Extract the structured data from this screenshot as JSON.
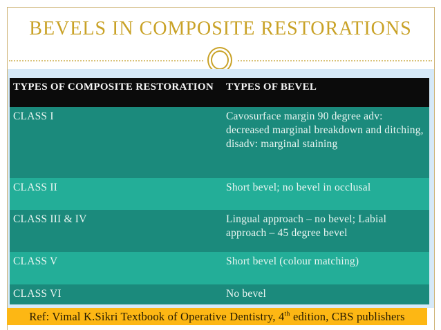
{
  "slide": {
    "title": "BEVELS IN COMPOSITE RESTORATIONS"
  },
  "decor": {
    "ornament_icon": "double-ring-circle",
    "divider_style": "dotted-gold-line"
  },
  "table": {
    "headers": [
      "TYPES OF COMPOSITE RESTORATION",
      "TYPES OF BEVEL"
    ],
    "rows": [
      {
        "restoration": "CLASS I",
        "bevel": "Cavosurface margin 90 degree adv: decreased marginal breakdown and ditching, disadv: marginal staining"
      },
      {
        "restoration": "CLASS II",
        "bevel": "Short bevel; no bevel in occlusal"
      },
      {
        "restoration": "CLASS III & IV",
        "bevel": "Lingual approach – no bevel; Labial approach – 45 degree bevel"
      },
      {
        "restoration": "CLASS V",
        "bevel": "Short bevel (colour matching)"
      },
      {
        "restoration": "CLASS VI",
        "bevel": "No bevel"
      }
    ]
  },
  "reference": {
    "prefix": "Ref: Vimal K.Sikri Textbook of Operative Dentistry, 4",
    "superscript": "th",
    "suffix": " edition, CBS publishers"
  },
  "colors": {
    "title_gold": "#C9A227",
    "header_bg": "#0B0B0B",
    "row_dark_teal": "#1B8A7C",
    "row_light_teal": "#23AE98",
    "panel_blue": "#D6E9F8",
    "banner_orange": "#FDB714",
    "frame_gold": "#CDB273"
  }
}
